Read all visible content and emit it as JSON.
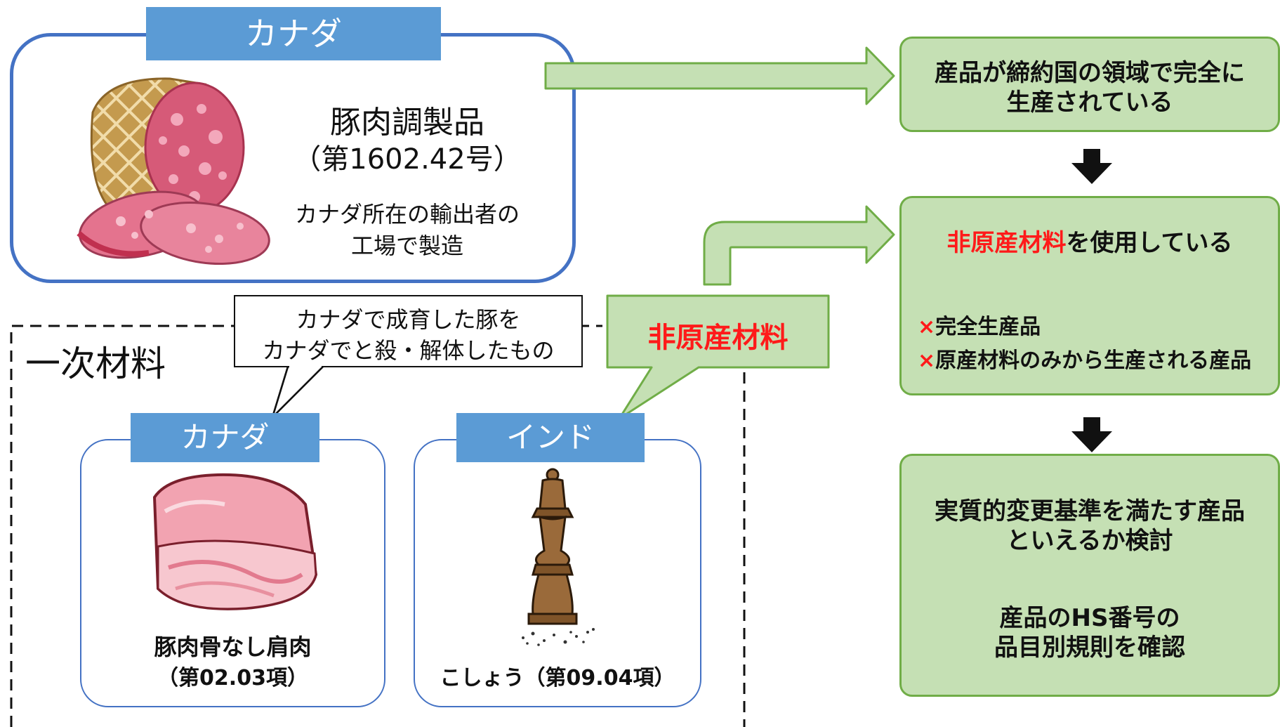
{
  "product_box": {
    "country_tag": "カナダ",
    "name": "豚肉調製品",
    "hs": "（第1602.42号）",
    "maker_line1": "カナダ所在の輸出者の",
    "maker_line2": "工場で製造"
  },
  "materials": {
    "title": "一次材料",
    "callout_line1": "カナダで成育した豚を",
    "callout_line2": "カナダでと殺・解体したもの",
    "non_origin_callout": "非原産材料",
    "pork": {
      "country_tag": "カナダ",
      "name": "豚肉骨なし肩肉",
      "hs": "（第02.03項）"
    },
    "pepper": {
      "country_tag": "インド",
      "name": "こしょう（第09.04項）"
    }
  },
  "flow": {
    "box1_line1": "産品が締約国の領域で完全に",
    "box1_line2": "生産されている",
    "box2_red": "非原産材料",
    "box2_rest": "を使用している",
    "x_mark": "×",
    "box2_item1": "完全生産品",
    "box2_item2": "原産材料のみから生産される産品",
    "box3_line1": "実質的変更基準を満たす産品",
    "box3_line2": "といえるか検討",
    "box3_line3": "産品のHS番号の",
    "box3_line4": "品目別規則を確認"
  },
  "colors": {
    "tag_blue": "#5b9bd5",
    "box_border_blue": "#4472c4",
    "green_fill": "#c5e0b4",
    "green_border": "#70ad47",
    "red_text": "#ff1a1a"
  }
}
